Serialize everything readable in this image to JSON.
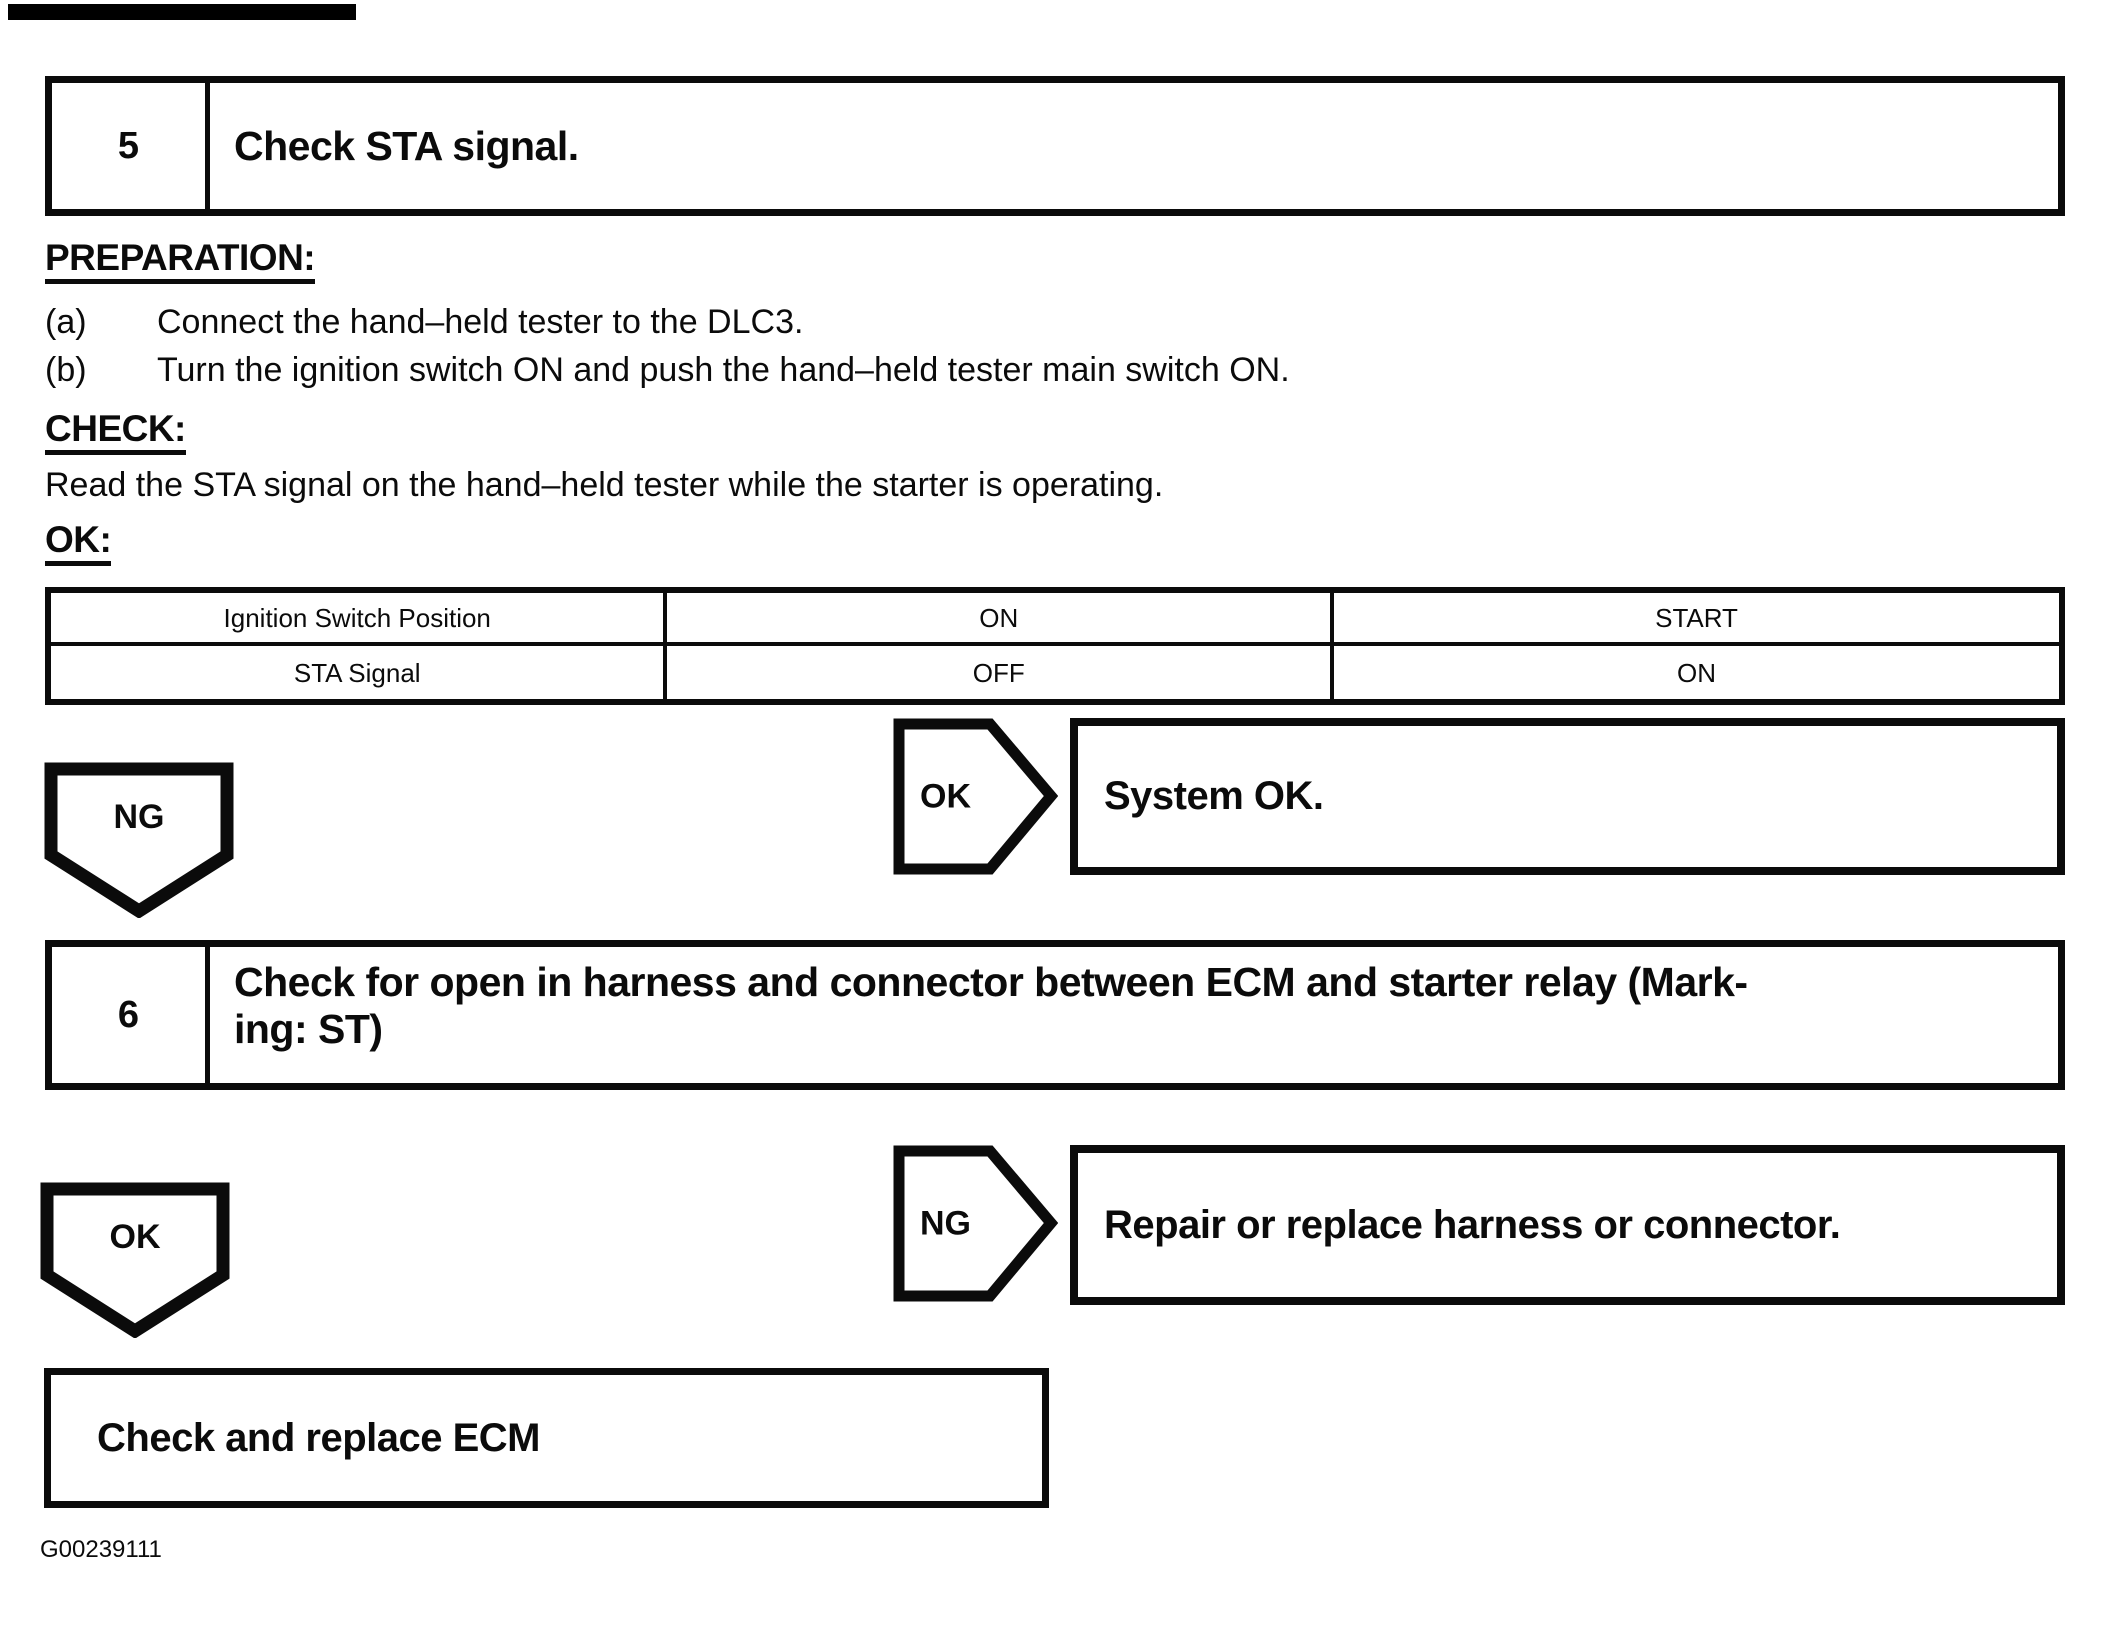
{
  "page": {
    "figure_id": "G00239111"
  },
  "step5": {
    "number": "5",
    "title": "Check STA signal."
  },
  "sections": {
    "preparation_heading": "PREPARATION:",
    "preparation_items": [
      {
        "label": "(a)",
        "text": "Connect the hand–held tester to the DLC3."
      },
      {
        "label": "(b)",
        "text": "Turn the ignition switch ON and push the hand–held tester main switch ON."
      }
    ],
    "check_heading": "CHECK:",
    "check_text": "Read the STA signal on the hand–held tester while the starter is operating.",
    "ok_heading": "OK:"
  },
  "result_table": {
    "rows": [
      [
        "Ignition Switch Position",
        "ON",
        "START"
      ],
      [
        "STA Signal",
        "OFF",
        "ON"
      ]
    ]
  },
  "flow": {
    "ng_down_label": "NG",
    "ok_right_label": "OK",
    "system_ok_text": "System OK.",
    "ng_right_label": "NG",
    "repair_text": "Repair or replace harness or connector.",
    "ok_down_label": "OK",
    "final_text": "Check and replace ECM"
  },
  "step6": {
    "number": "6",
    "title_line1": "Check for open in harness and connector between ECM and starter relay (Mark-",
    "title_line2": "ing: ST)"
  },
  "colors": {
    "ink": "#0b0b0b",
    "paper": "#ffffff"
  }
}
